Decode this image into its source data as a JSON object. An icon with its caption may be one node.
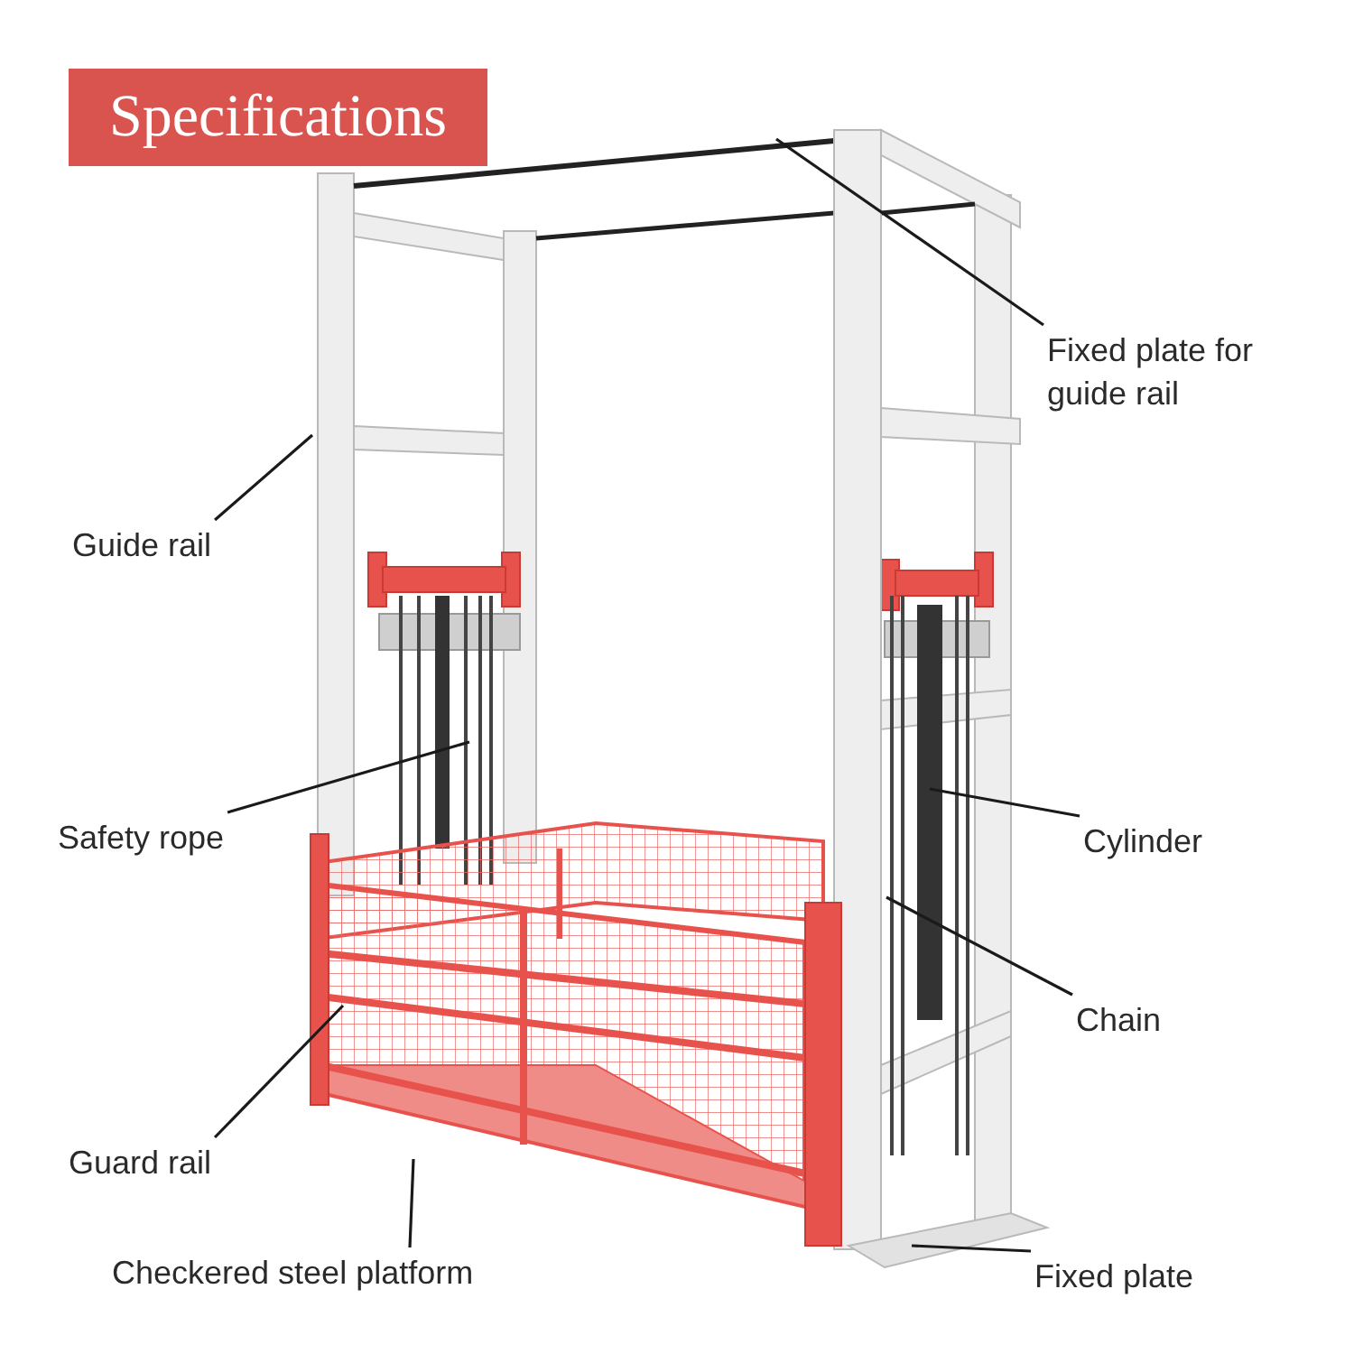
{
  "diagram": {
    "title": "Specifications",
    "nodes": [
      {
        "text": [
          "Fixed plate for guide rail"
        ]
      },
      {
        "text": [
          "Guide rail"
        ]
      },
      {
        "text": [
          "Safety rope"
        ]
      },
      {
        "text": [
          "Cylinder"
        ]
      },
      {
        "text": [
          "Chain"
        ]
      },
      {
        "text": [
          "Guard rail"
        ]
      },
      {
        "text": [
          "Checkered steel platform"
        ]
      },
      {
        "text": [
          "Fixed plate"
        ]
      }
    ],
    "edges": [
      {
        "from": 0,
        "to": null,
        "arrow": "none"
      },
      {
        "from": 1,
        "to": null,
        "arrow": "none"
      },
      {
        "from": 2,
        "to": null,
        "arrow": "none"
      },
      {
        "from": 3,
        "to": null,
        "arrow": "none"
      },
      {
        "from": 4,
        "to": null,
        "arrow": "none"
      },
      {
        "from": 5,
        "to": null,
        "arrow": "none"
      },
      {
        "from": 6,
        "to": null,
        "arrow": "none"
      },
      {
        "from": 7,
        "to": null,
        "arrow": "none"
      }
    ]
  }
}
